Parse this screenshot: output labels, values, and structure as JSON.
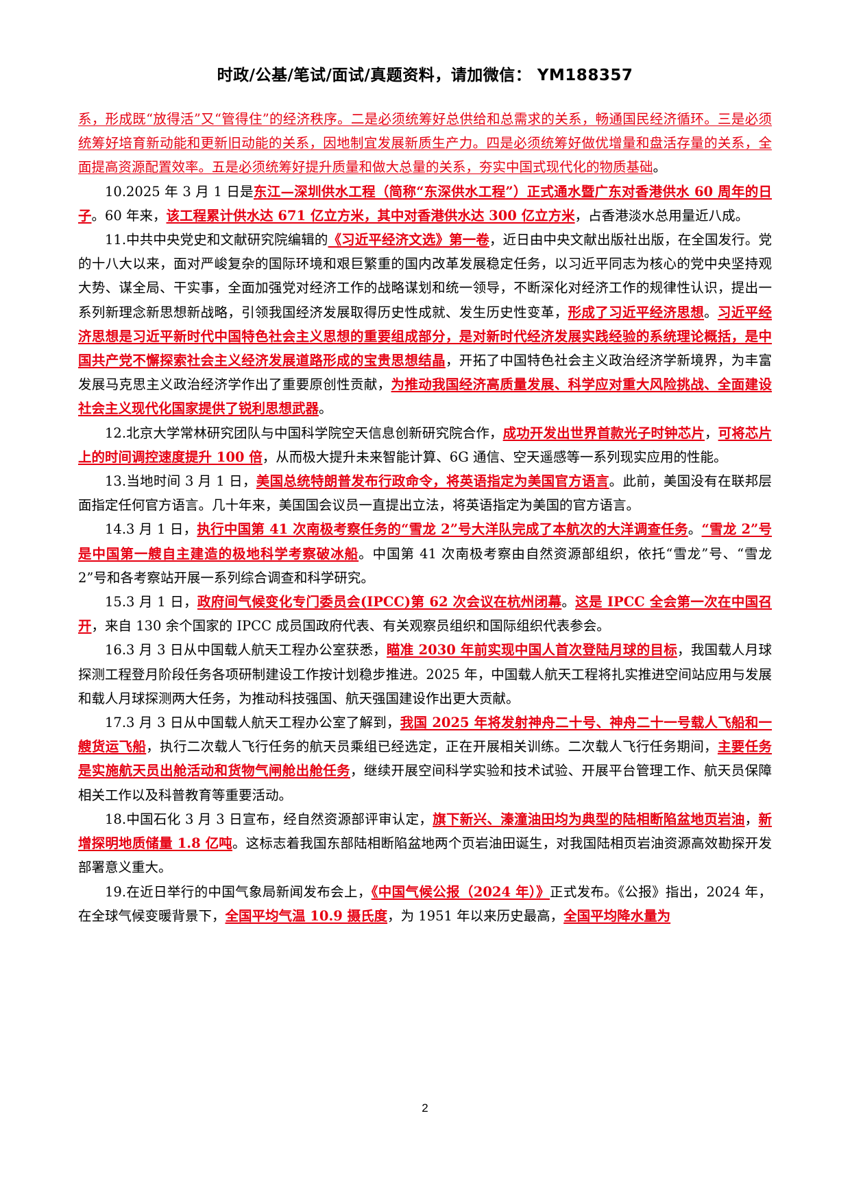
{
  "header": "时政/公基/笔试/面试/真题资料，请加微信： YM188357",
  "page_number": "2",
  "colors": {
    "highlight": "#e60012",
    "text": "#000000"
  },
  "paragraphs": [
    {
      "indent": false,
      "segments": [
        {
          "t": "系，形成既“放得活”又“管得住”的经济秩序。二是必须统筹好总供给和总需求的关系，畅通国民经济循环。三是必须统筹好培育新动能和更新旧动能的关系，因地制宜发展新质生产力。四是必须统筹好做优增量和盘活存量的关系，全面提高资源配置效率。五是必须统筹好提升质量和做大总量的关系，夯实中国式现代化的物质基础",
          "s": "thin"
        },
        {
          "t": "。"
        }
      ]
    },
    {
      "indent": true,
      "segments": [
        {
          "t": "10.2025 年 3 月 1 日是"
        },
        {
          "t": "东江—深圳供水工程（简称“东深供水工程”）正式通水暨广东对香港供水 60 周年的日子",
          "s": "hl"
        },
        {
          "t": "。60 年来，"
        },
        {
          "t": "该工程累计供水达 671 亿立方米，其中对香港供水达 300 亿立方米",
          "s": "hl"
        },
        {
          "t": "，占香港淡水总用量近八成。"
        }
      ]
    },
    {
      "indent": true,
      "segments": [
        {
          "t": "11.中共中央党史和文献研究院编辑的"
        },
        {
          "t": "《习近平经济文选》第一卷",
          "s": "hl"
        },
        {
          "t": "，近日由中央文献出版社出版，在全国发行。党的十八大以来，面对严峻复杂的国际环境和艰巨繁重的国内改革发展稳定任务，以习近平同志为核心的党中央坚持观大势、谋全局、干实事，全面加强党对经济工作的战略谋划和统一领导，不断深化对经济工作的规律性认识，提出一系列新理念新思想新战略，引领我国经济发展取得历史性成就、发生历史性变革，"
        },
        {
          "t": "形成了习近平经济思想",
          "s": "hl"
        },
        {
          "t": "。"
        },
        {
          "t": "习近平经济思想是习近平新时代中国特色社会主义思想的重要组成部分，是对新时代经济发展实践经验的系统理论概括，是中国共产党不懈探索社会主义经济发展道路形成的宝贵思想结晶",
          "s": "hl"
        },
        {
          "t": "，开拓了中国特色社会主义政治经济学新境界，为丰富发展马克思主义政治经济学作出了重要原创性贡献，"
        },
        {
          "t": "为推动我国经济高质量发展、科学应对重大风险挑战、全面建设社会主义现代化国家提供了锐利思想武器",
          "s": "hl"
        },
        {
          "t": "。"
        }
      ]
    },
    {
      "indent": true,
      "segments": [
        {
          "t": "12.北京大学常林研究团队与中国科学院空天信息创新研究院合作，"
        },
        {
          "t": "成功开发出世界首款光子时钟芯片",
          "s": "hl"
        },
        {
          "t": "，"
        },
        {
          "t": "可将芯片上的时间调控速度提升 100 倍",
          "s": "hl"
        },
        {
          "t": "，从而极大提升未来智能计算、6G 通信、空天遥感等一系列现实应用的性能。"
        }
      ]
    },
    {
      "indent": true,
      "segments": [
        {
          "t": "13.当地时间 3 月 1 日，"
        },
        {
          "t": "美国总统特朗普发布行政命令，将英语指定为美国官方语言",
          "s": "hl"
        },
        {
          "t": "。此前，美国没有在联邦层面指定任何官方语言。几十年来，美国国会议员一直提出立法，将英语指定为美国的官方语言。"
        }
      ]
    },
    {
      "indent": true,
      "segments": [
        {
          "t": "14.3 月 1 日，"
        },
        {
          "t": "执行中国第 41 次南极考察任务的“雪龙 2”号大洋队完成了本航次的大洋调查任务",
          "s": "hl"
        },
        {
          "t": "。"
        },
        {
          "t": "“雪龙 2”号是中国第一艘自主建造的极地科学考察破冰船",
          "s": "hl"
        },
        {
          "t": "。中国第 41 次南极考察由自然资源部组织，依托“雪龙”号、“雪龙 2”号和各考察站开展一系列综合调查和科学研究。"
        }
      ]
    },
    {
      "indent": true,
      "segments": [
        {
          "t": "15.3 月 1 日，"
        },
        {
          "t": "政府间气候变化专门委员会(IPCC)第 62 次会议在杭州闭幕",
          "s": "hl"
        },
        {
          "t": "。"
        },
        {
          "t": "这是 IPCC 全会第一次在中国召开",
          "s": "hl"
        },
        {
          "t": "，来自 130 余个国家的 IPCC 成员国政府代表、有关观察员组织和国际组织代表参会。"
        }
      ]
    },
    {
      "indent": true,
      "segments": [
        {
          "t": "16.3 月 3 日从中国载人航天工程办公室获悉，"
        },
        {
          "t": "瞄准 2030 年前实现中国人首次登陆月球的目标",
          "s": "hl"
        },
        {
          "t": "，我国载人月球探测工程登月阶段任务各项研制建设工作按计划稳步推进。2025 年，中国载人航天工程将扎实推进空间站应用与发展和载人月球探测两大任务，为推动科技强国、航天强国建设作出更大贡献。"
        }
      ]
    },
    {
      "indent": true,
      "segments": [
        {
          "t": "17.3 月 3 日从中国载人航天工程办公室了解到，"
        },
        {
          "t": "我国 2025 年将发射神舟二十号、神舟二十一号载人飞船和一艘货运飞船",
          "s": "hl"
        },
        {
          "t": "，执行二次载人飞行任务的航天员乘组已经选定，正在开展相关训练。二次载人飞行任务期间，"
        },
        {
          "t": "主要任务是实施航天员出舱活动和货物气闸舱出舱任务",
          "s": "hl"
        },
        {
          "t": "，继续开展空间科学实验和技术试验、开展平台管理工作、航天员保障相关工作以及科普教育等重要活动。"
        }
      ]
    },
    {
      "indent": true,
      "segments": [
        {
          "t": "18.中国石化 3 月 3 日宣布，经自然资源部评审认定，"
        },
        {
          "t": "旗下新兴、溱潼油田均为典型的陆相断陷盆地页岩油",
          "s": "hl"
        },
        {
          "t": "，"
        },
        {
          "t": "新增探明地质储量 1.8 亿吨",
          "s": "hl"
        },
        {
          "t": "。这标志着我国东部陆相断陷盆地两个页岩油田诞生，对我国陆相页岩油资源高效勘探开发部署意义重大。"
        }
      ]
    },
    {
      "indent": true,
      "segments": [
        {
          "t": "19.在近日举行的中国气象局新闻发布会上，"
        },
        {
          "t": "《中国气候公报（2024 年）》",
          "s": "hl"
        },
        {
          "t": "正式发布。《公报》指出，2024 年，在全球气候变暖背景下，"
        },
        {
          "t": "全国平均气温 10.9 摄氏度",
          "s": "hl"
        },
        {
          "t": "，为 1951 年以来历史最高，"
        },
        {
          "t": "全国平均降水量为",
          "s": "hl"
        }
      ]
    }
  ]
}
